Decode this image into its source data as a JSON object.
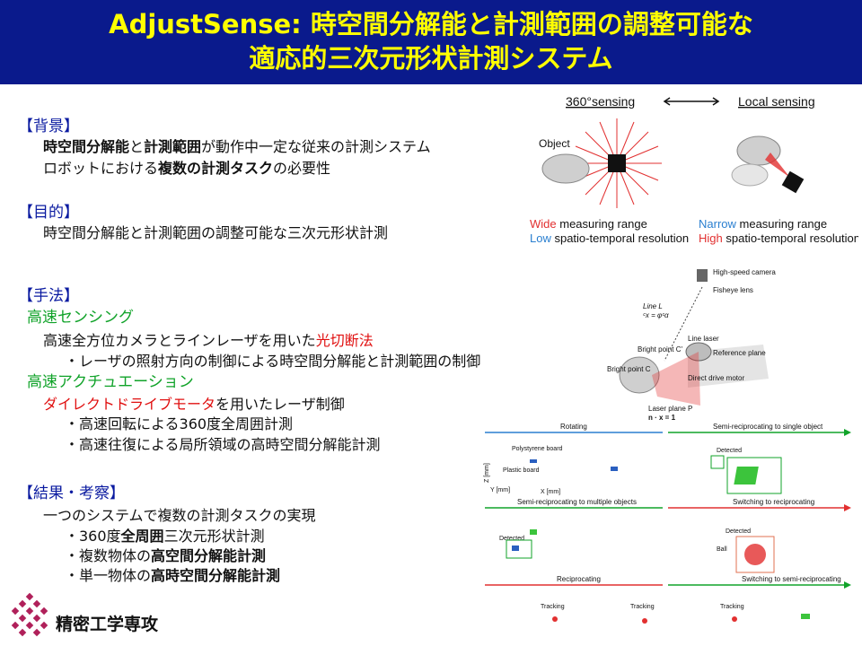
{
  "title": {
    "line1": "AdjustSense: 時空間分解能と計測範囲の調整可能な",
    "line2": "適応的三次元形状計測システム"
  },
  "background": {
    "heading": "【背景】",
    "line1_part1": "時空間分解能",
    "line1_part2": "と",
    "line1_part3": "計測範囲",
    "line1_part4": "が動作中一定な従来の計測システム",
    "line2_part1": "ロボットにおける",
    "line2_part2": "複数の計測タスク",
    "line2_part3": "の必要性"
  },
  "purpose": {
    "heading": "【目的】",
    "line1": "時空間分解能と計測範囲の調整可能な三次元形状計測"
  },
  "method": {
    "heading": "【手法】",
    "sub1": "高速センシング",
    "sub1_line1_part1": "高速全方位カメラとラインレーザを用いた",
    "sub1_line1_part2": "光切断法",
    "sub1_line2": "・レーザの照射方向の制御による時空間分解能と計測範囲の制御",
    "sub2": "高速アクチュエーション",
    "sub2_line1_part1": "ダイレクトドライブモータ",
    "sub2_line1_part2": "を用いたレーザ制御",
    "sub2_line2": "・高速回転による360度全周囲計測",
    "sub2_line3": "・高速往復による局所領域の高時空間分解能計測"
  },
  "results": {
    "heading": "【結果・考察】",
    "line1": "一つのシステムで複数の計測タスクの実現",
    "line2_part1": "・360度",
    "line2_part2": "全周囲",
    "line2_part3": "三次元形状計測",
    "line3_part1": "・複数物体の",
    "line3_part2": "高空間分解能計測",
    "line4_part1": "・単一物体の",
    "line4_part2": "高時空間分解能計測"
  },
  "logo": {
    "text": "精密工学専攻",
    "color": "#b0205a"
  },
  "figure_sensing": {
    "label_360": "360°sensing",
    "label_local": "Local sensing",
    "object": "Object",
    "wide": "Wide",
    "wide_rest": " measuring range",
    "low": "Low",
    "low_rest": " spatio-temporal resolution",
    "narrow": "Narrow",
    "narrow_rest": " measuring range",
    "high": "High",
    "high_rest": " spatio-temporal resolution"
  },
  "figure_setup": {
    "camera": "High-speed camera",
    "fisheye": "Fisheye lens",
    "line_l": "Line L",
    "line_eq": "ᶜx = φᶜα",
    "line_laser": "Line laser",
    "ref_plane": "Reference plane",
    "bright_point": "Bright point C'",
    "bright_point2": "Bright point C",
    "motor": "Direct drive motor",
    "laser_plane": "Laser plane P",
    "plane_eq": "n · x = 1"
  },
  "figure_results": {
    "row1_left": "Rotating",
    "row1_right": "Semi-reciprocating to single object",
    "row2_left": "Semi-reciprocating to multiple objects",
    "row2_right": "Switching to reciprocating",
    "row3_left": "Reciprocating",
    "row3_right": "Switching to semi-reciprocating",
    "polystyrene": "Polystyrene board",
    "plastic": "Plastic board",
    "detected": "Detected",
    "ball": "Ball",
    "tracking": "Tracking",
    "axis_z": "Z [mm]",
    "axis_y": "Y [mm]",
    "axis_x": "X [mm]"
  },
  "colors": {
    "title_bg": "#0a1a8c",
    "title_text": "#ffff00",
    "heading": "#0a1aa0",
    "green": "#11a32a",
    "red": "#e01010"
  }
}
